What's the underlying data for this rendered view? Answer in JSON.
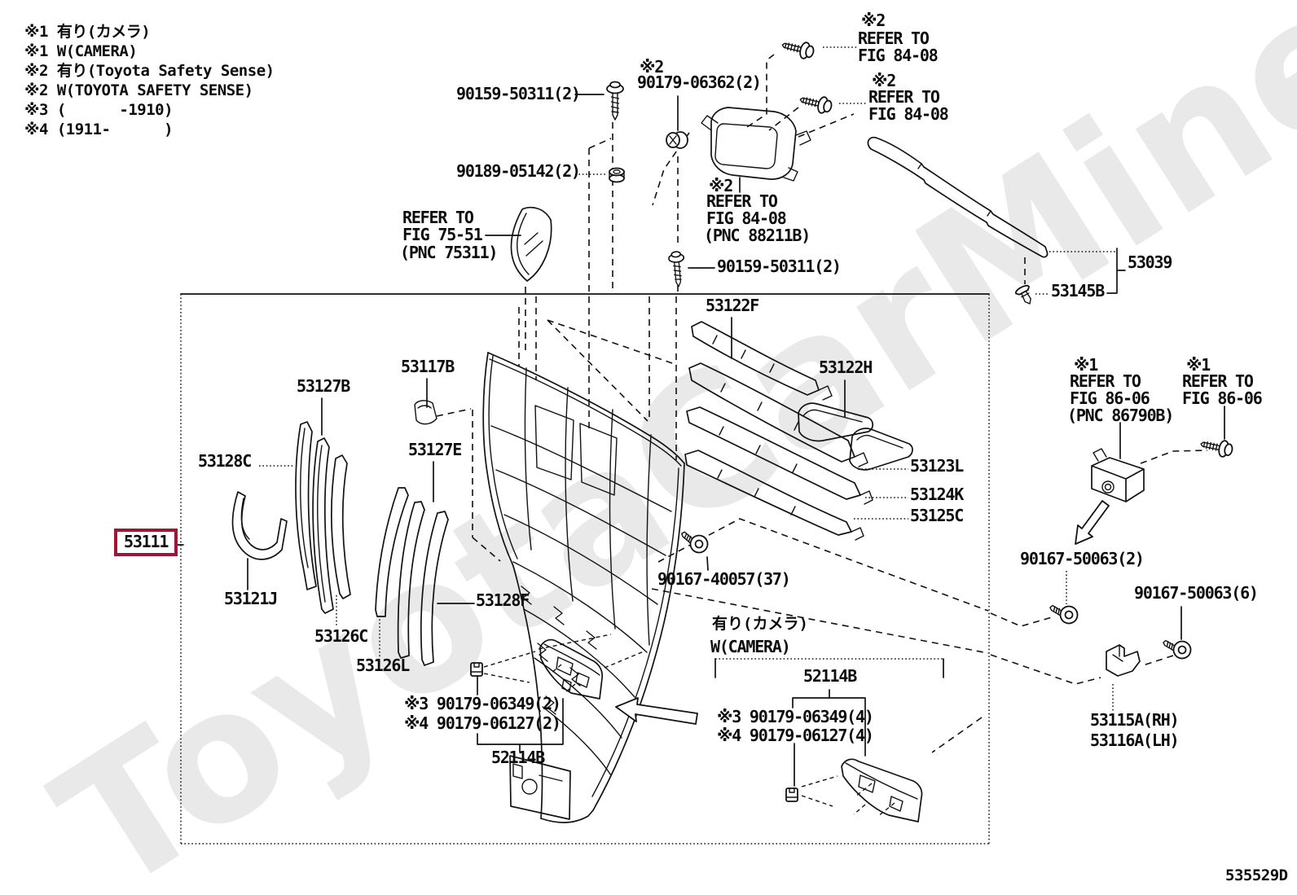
{
  "watermark": "ToyotaCarMine.ru",
  "doc_code": "535529D",
  "colors": {
    "ink": "#121212",
    "highlight_box": "#9e1535",
    "watermark_gray": "#7d7d7d"
  },
  "legend": [
    "※1 有り(カメラ)",
    "※1 W(CAMERA)",
    "※2 有り(Toyota Safety Sense)",
    "※2 W(TOYOTA SAFETY SENSE)",
    "※3 (      -1910)",
    "※4 (1911-      )"
  ],
  "t": {
    "star1": "※1",
    "star2": "※2",
    "p90159": "90159-50311(2)",
    "p90189": "90189-05142(2)",
    "p06362": "90179-06362(2)",
    "ref_to": "REFER TO",
    "fig7551": "FIG 75-51",
    "pnc75311": "(PNC 75311)",
    "fig8408": "FIG 84-08",
    "pnc88211B": "(PNC 88211B)",
    "fig8606": "FIG 86-06",
    "pnc86790B": "(PNC 86790B)",
    "p53039": "53039",
    "p53145B": "53145B",
    "p53122F": "53122F",
    "p53117B": "53117B",
    "p53127B": "53127B",
    "p53122H": "53122H",
    "p53128C": "53128C",
    "p53127E": "53127E",
    "p53123L": "53123L",
    "p53124K": "53124K",
    "p53125C": "53125C",
    "p53111": "53111",
    "p40057": "90167-40057(37)",
    "p50063_2": "90167-50063(2)",
    "p50063_6": "90167-50063(6)",
    "p53121J": "53121J",
    "p53128F": "53128F",
    "p53126C": "53126C",
    "p53126L": "53126L",
    "cam_jp": "有り(カメラ)",
    "cam_en": "W(CAMERA)",
    "p52114B": "52114B",
    "s3_349_4": "※3 90179-06349(4)",
    "s4_127_4": "※4 90179-06127(4)",
    "s3_349_2": "※3 90179-06349(2)",
    "s4_127_2": "※4 90179-06127(2)",
    "p53115A": "53115A(RH)",
    "p53116A": "53116A(LH)"
  },
  "icons": [
    "tapping-screw-icon",
    "washer-bolt-icon",
    "clip-nut-icon",
    "grommet-icon",
    "push-clip-icon",
    "screw-grommet-icon",
    "retainer-clip-icon",
    "direction-arrow-icon"
  ]
}
